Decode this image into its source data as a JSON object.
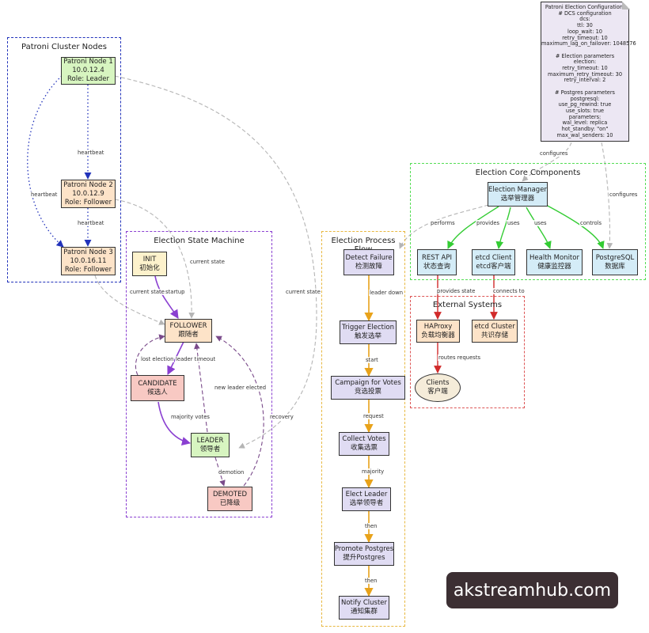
{
  "clusters": {
    "nodes": "Patroni Cluster Nodes",
    "state_machine": "Election State Machine",
    "process_flow": "Election Process Flow",
    "core": "Election Core Components",
    "external": "External Systems"
  },
  "nodes": {
    "n1": [
      "Patroni Node 1",
      "10.0.12.4",
      "Role: Leader"
    ],
    "n2": [
      "Patroni Node 2",
      "10.0.12.9",
      "Role: Follower"
    ],
    "n3": [
      "Patroni Node 3",
      "10.0.16.11",
      "Role: Follower"
    ],
    "init": [
      "INIT",
      "初始化"
    ],
    "follower": [
      "FOLLOWER",
      "跟随者"
    ],
    "candidate": [
      "CANDIDATE",
      "候选人"
    ],
    "leader": [
      "LEADER",
      "领导者"
    ],
    "demoted": [
      "DEMOTED",
      "已降级"
    ],
    "detect": [
      "Detect Failure",
      "检测故障"
    ],
    "trigger": [
      "Trigger Election",
      "触发选举"
    ],
    "campaign": [
      "Campaign for Votes",
      "竞选投票"
    ],
    "collect": [
      "Collect Votes",
      "收集选票"
    ],
    "elect": [
      "Elect Leader",
      "选举领导者"
    ],
    "promote": [
      "Promote Postgres",
      "提升Postgres"
    ],
    "notify": [
      "Notify Cluster",
      "通知集群"
    ],
    "manager": [
      "Election Manager",
      "选举管理器"
    ],
    "restapi": [
      "REST API",
      "状态查询"
    ],
    "etcdclient": [
      "etcd Client",
      "etcd客户端"
    ],
    "health": [
      "Health Monitor",
      "健康监控器"
    ],
    "postgres": [
      "PostgreSQL",
      "数据库"
    ],
    "haproxy": [
      "HAProxy",
      "负载均衡器"
    ],
    "etcdcluster": [
      "etcd Cluster",
      "共识存储"
    ],
    "clients": [
      "Clients",
      "客户端"
    ]
  },
  "note": "Patroni Election Configuration:\n# DCS configuration\ndcs:\nttl: 30\nloop_wait: 10\nretry_timeout: 10\nmaximum_lag_on_failover: 1048576\n\n# Election parameters\nelection:\nretry_timeout: 10\nmaximum_retry_timeout: 30\nretry_interval: 2\n\n# Postgres parameters\npostgresql:\nuse_pg_rewind: true\nuse_slots: true\nparameters:\nwal_level: replica\nhot_standby: \"on\"\nmax_wal_senders: 10",
  "edge_labels": {
    "heartbeat_a": "heartbeat",
    "heartbeat_b": "heartbeat",
    "heartbeat_c": "heartbeat",
    "current_state_a": "current state",
    "current_state_b": "current state",
    "current_state_c": "current state",
    "startup": "startup",
    "lost_election": "lost election",
    "leader_timeout": "leader timeout",
    "new_leader": "new leader elected",
    "majority_votes": "majority votes",
    "recovery": "recovery",
    "demotion": "demotion",
    "leader_down": "leader down",
    "start": "start",
    "request": "request",
    "majority": "majority",
    "then_a": "then",
    "then_b": "then",
    "configures_a": "configures",
    "configures_b": "configures",
    "performs": "performs",
    "provides": "provides",
    "uses_a": "uses",
    "uses_b": "uses",
    "controls": "controls",
    "provides_state": "provides state",
    "connects_to": "connects to",
    "routes_requests": "routes requests"
  },
  "colors": {
    "purple": "#8a3fd1",
    "orange": "#e8a21a",
    "green": "#33cc33",
    "red": "#d12a2a",
    "blue": "#2233bb",
    "gray": "#b5b5b5"
  },
  "watermark": "akstreamhub.com"
}
